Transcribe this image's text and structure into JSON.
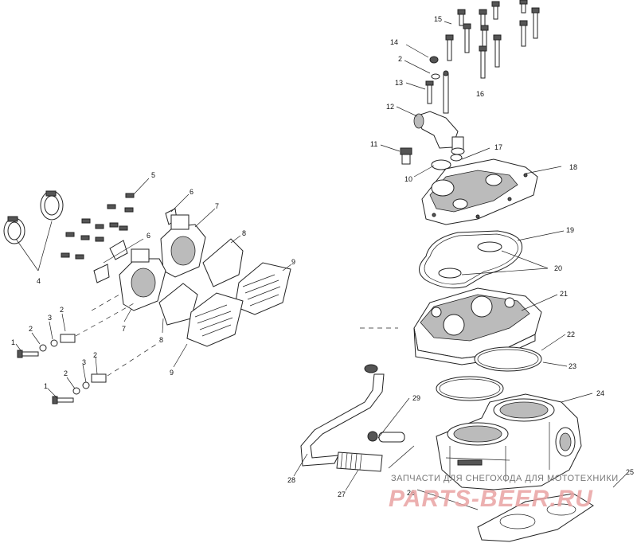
{
  "labels": [
    "1",
    "2",
    "3",
    "4",
    "5",
    "6",
    "7",
    "8",
    "9",
    "10",
    "11",
    "12",
    "13",
    "14",
    "15",
    "16",
    "17",
    "18",
    "19",
    "20",
    "21",
    "22",
    "23",
    "24",
    "25",
    "26",
    "27",
    "28",
    "29"
  ],
  "watermark": {
    "top_text": "ЗАПЧАСТИ ДЛЯ СНЕГОХОДА ДЛЯ МОТОТЕХНИКИ",
    "brand": "PARTS-BEER.RU"
  }
}
